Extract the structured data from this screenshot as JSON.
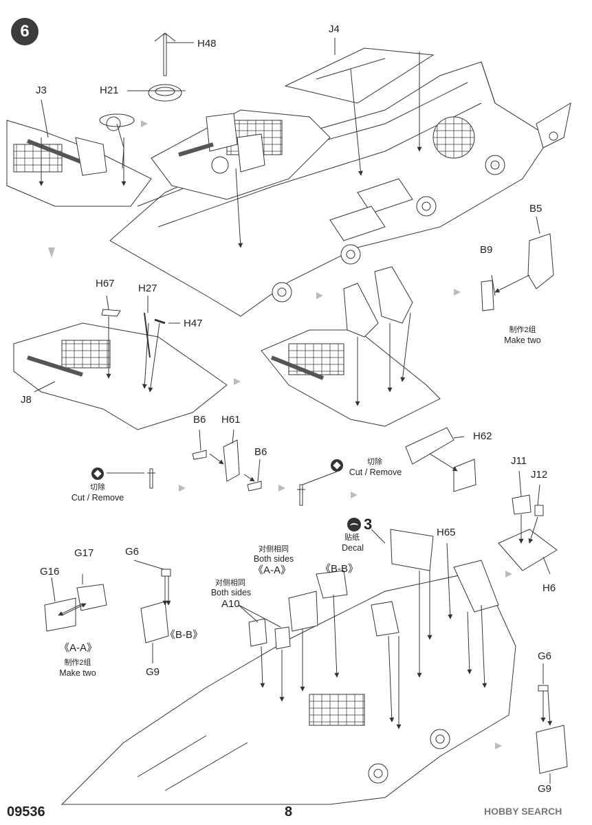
{
  "step_number": "6",
  "footer": {
    "kit_code": "09536",
    "page_number": "8",
    "watermark": "HOBBY SEARCH"
  },
  "parts": {
    "h48": "H48",
    "h21": "H21",
    "j3": "J3",
    "j4": "J4",
    "b5": "B5",
    "b9": "B9",
    "h67": "H67",
    "h27": "H27",
    "h47": "H47",
    "j8": "J8",
    "b6a": "B6",
    "h61": "H61",
    "b6b": "B6",
    "h62": "H62",
    "j11": "J11",
    "j12": "J12",
    "h6": "H6",
    "h65": "H65",
    "g17": "G17",
    "g16": "G16",
    "g6a": "G6",
    "g9a": "G9",
    "a10": "A10",
    "g6b": "G6",
    "g9b": "G9"
  },
  "notes": {
    "make_two_cn": "制作2组",
    "make_two_en": "Make two",
    "cut_cn": "切除",
    "cut_en": "Cut / Remove",
    "both_sides_cn": "对侧相同",
    "both_sides_en": "Both sides",
    "decal_cn": "贴纸",
    "decal_en": "Decal",
    "decal_number": "3",
    "section_aa": "《A-A》",
    "section_bb": "《B-B》"
  }
}
